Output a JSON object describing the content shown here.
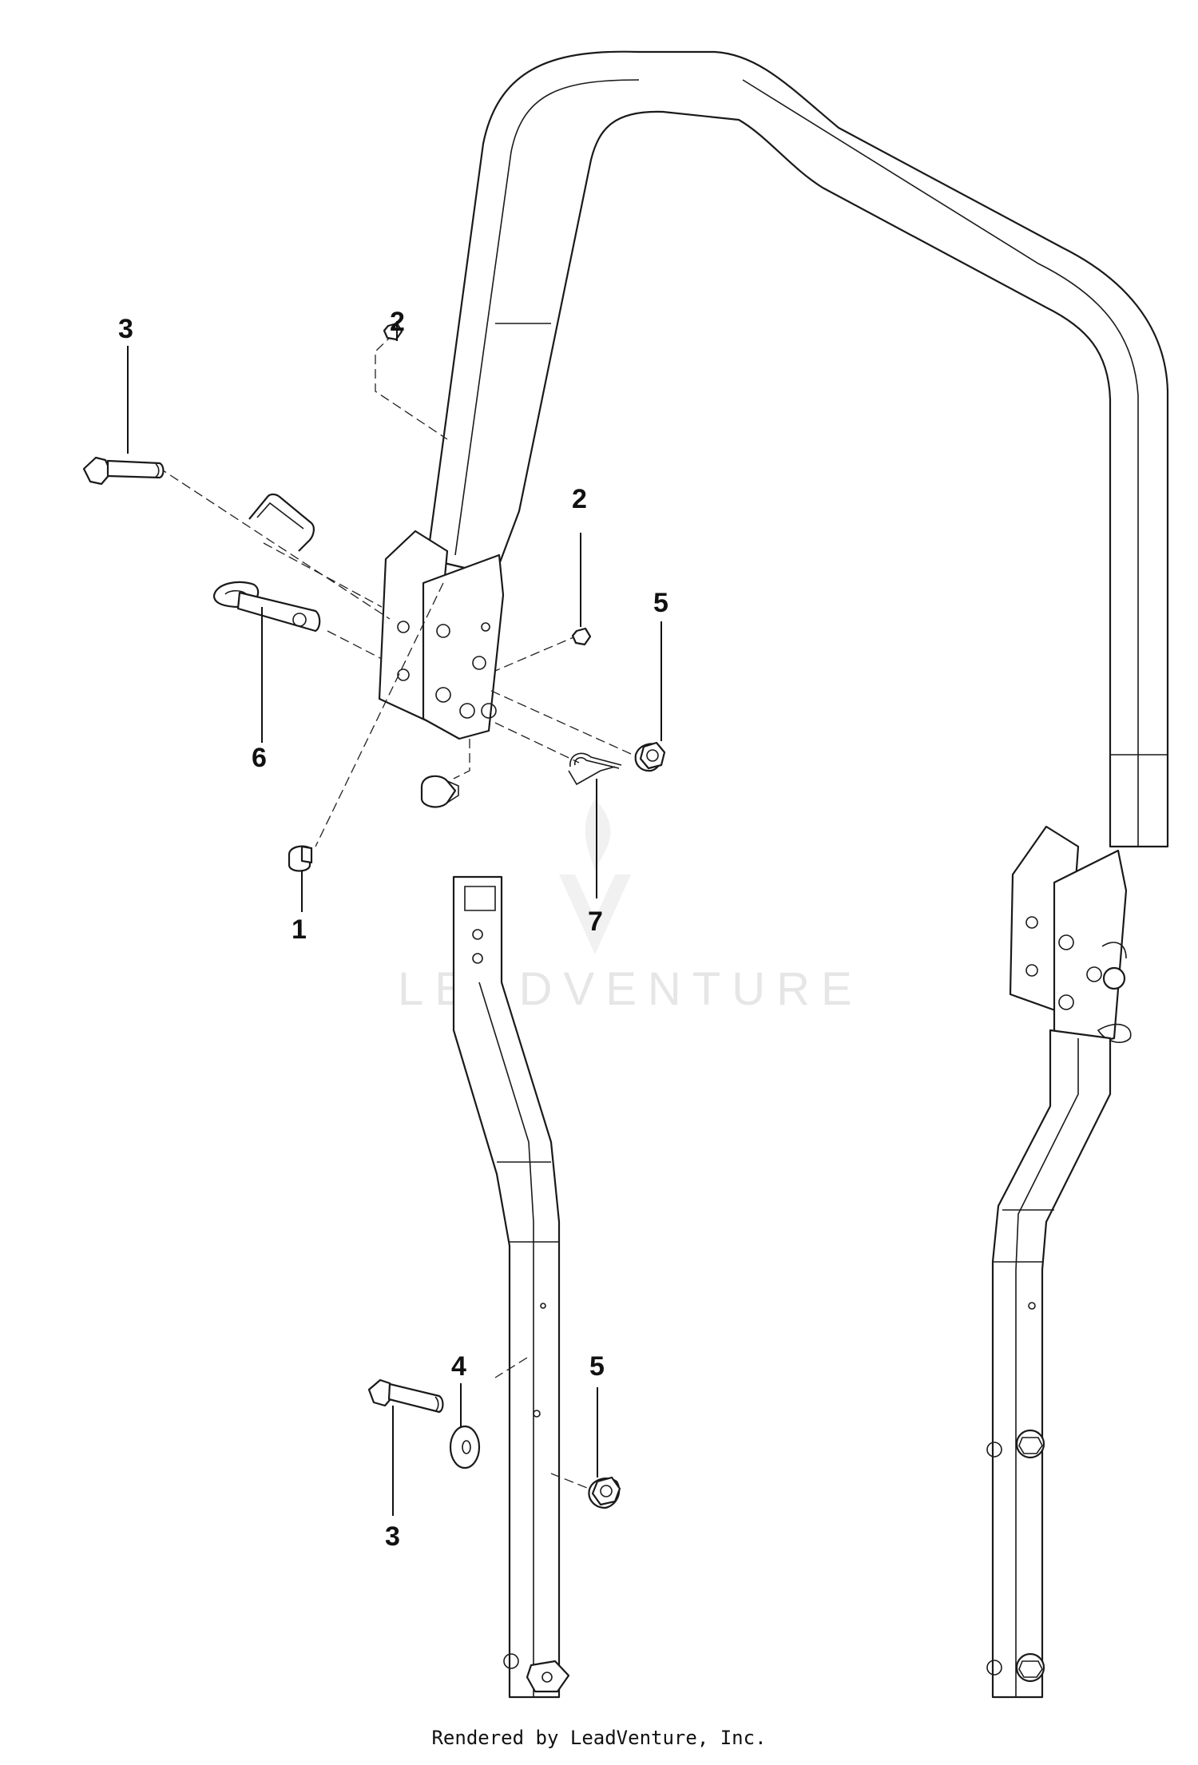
{
  "diagram": {
    "callouts": {
      "c1": "1",
      "c2a": "2",
      "c2b": "2",
      "c3a": "3",
      "c3b": "3",
      "c4": "4",
      "c5a": "5",
      "c5b": "5",
      "c6": "6",
      "c7": "7"
    },
    "watermark": "LEADVENTURE"
  },
  "footer": {
    "text": "Rendered by LeadVenture, Inc."
  }
}
